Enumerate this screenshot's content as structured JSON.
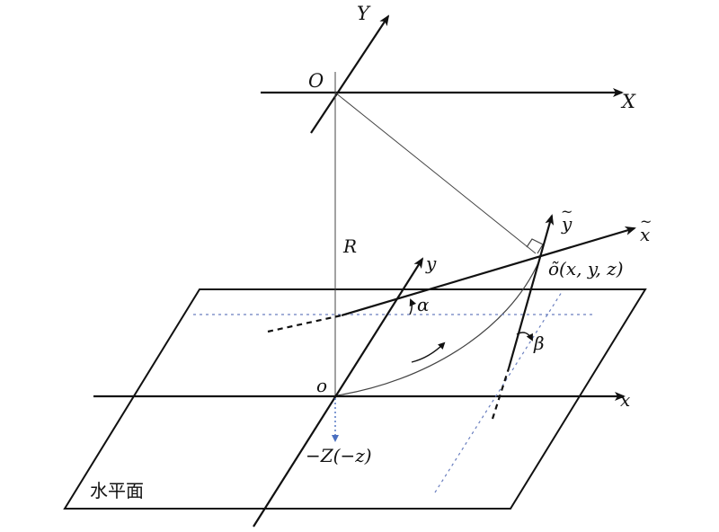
{
  "labels": {
    "Y_upper": "Y",
    "O_upper": "O",
    "X_upper": "X",
    "R": "R",
    "y_tilde": "y",
    "x_tilde": "x",
    "o_tilde_point": "õ(x, y, z)",
    "y_lower": "y",
    "alpha": "α",
    "beta": "β",
    "o_lower": "o",
    "x_lower": "x",
    "neg_z": "−Z(−z)",
    "plane": "水平面"
  },
  "colors": {
    "line": "#111111",
    "dotted_blue": "#6a7fbf",
    "neg_z_axis": "#4a6fc0"
  }
}
